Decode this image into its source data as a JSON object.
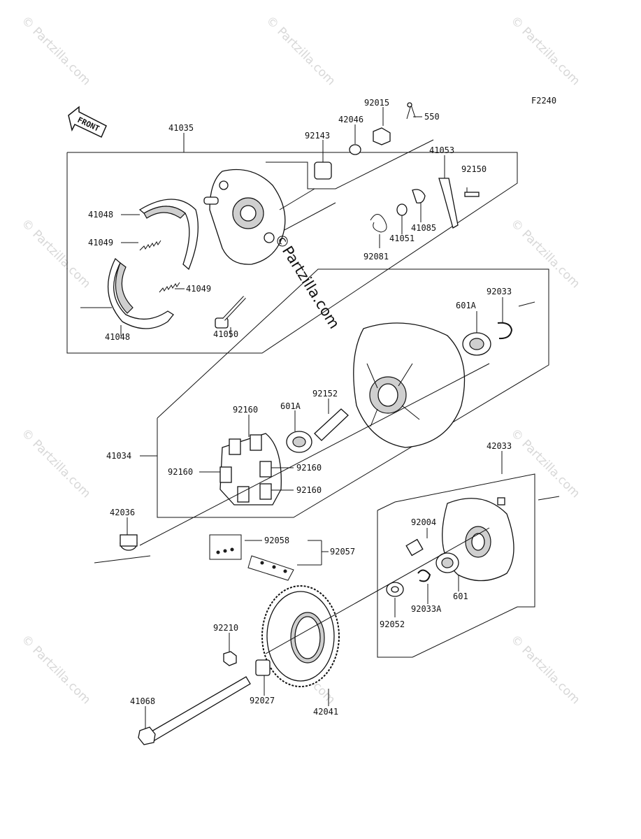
{
  "diagram_code": "F2240",
  "front_label": "FRONT",
  "center_watermark": "©Partzilla.com",
  "watermark_text": "© Partzilla.com",
  "labels": {
    "p550": "550",
    "p92015": "92015",
    "p42046": "42046",
    "p92143": "92143",
    "p41035": "41035",
    "p41053": "41053",
    "p92150": "92150",
    "p41048a": "41048",
    "p41049a": "41049",
    "p41049b": "41049",
    "p41048b": "41048",
    "p41050": "41050",
    "p41085": "41085",
    "p41051": "41051",
    "p92081": "92081",
    "p92033": "92033",
    "p601Aa": "601A",
    "p92152": "92152",
    "p92160a": "92160",
    "p601Ab": "601A",
    "p41034": "41034",
    "p92160b": "92160",
    "p92160c": "92160",
    "p92160d": "92160",
    "p42033": "42033",
    "p42036": "42036",
    "p92004": "92004",
    "p92058": "92058",
    "p92057": "92057",
    "p601": "601",
    "p92033A": "92033A",
    "p92052": "92052",
    "p92210": "92210",
    "p92027": "92027",
    "p41068": "41068",
    "p42041": "42041"
  }
}
